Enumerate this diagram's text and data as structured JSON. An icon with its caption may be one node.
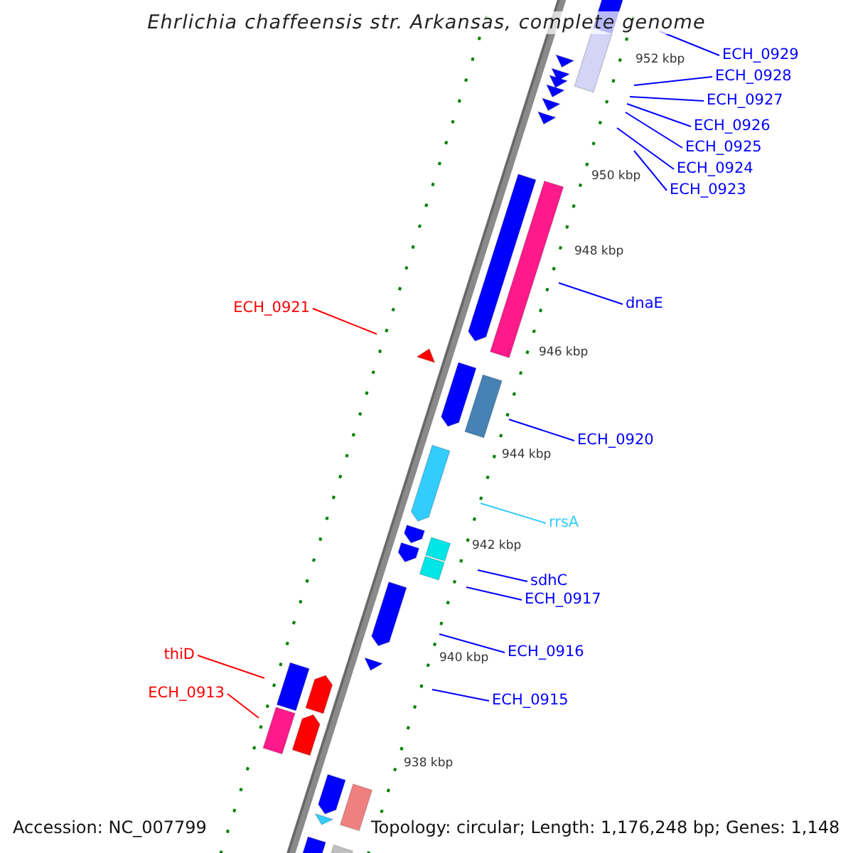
{
  "diagram": {
    "title": "Ehrlichia chaffeensis str. Arkansas, complete genome",
    "nodes": [
      {
        "text": [
          "ECH_0929"
        ]
      },
      {
        "text": [
          "ECH_0928"
        ]
      },
      {
        "text": [
          "ECH_0927"
        ]
      },
      {
        "text": [
          "ECH_0926"
        ]
      },
      {
        "text": [
          "ECH_0925"
        ]
      },
      {
        "text": [
          "ECH_0924"
        ]
      },
      {
        "text": [
          "ECH_0923"
        ]
      },
      {
        "text": [
          "dnaE"
        ]
      },
      {
        "text": [
          "ECH_0921"
        ]
      },
      {
        "text": [
          "ECH_0920"
        ]
      },
      {
        "text": [
          "rrsA"
        ]
      },
      {
        "text": [
          "sdhC"
        ]
      },
      {
        "text": [
          "ECH_0917"
        ]
      },
      {
        "text": [
          "ECH_0916"
        ]
      },
      {
        "text": [
          "thiD"
        ]
      },
      {
        "text": [
          "ECH_0913"
        ]
      },
      {
        "text": [
          "ECH_0915"
        ]
      }
    ],
    "edges": [
      {
        "from": 0,
        "to": null,
        "arrow": "none"
      },
      {
        "from": 1,
        "to": null,
        "arrow": "none"
      },
      {
        "from": 2,
        "to": null,
        "arrow": "none"
      },
      {
        "from": 3,
        "to": null,
        "arrow": "none"
      },
      {
        "from": 4,
        "to": null,
        "arrow": "none"
      },
      {
        "from": 5,
        "to": null,
        "arrow": "none"
      },
      {
        "from": 6,
        "to": null,
        "arrow": "none"
      },
      {
        "from": 7,
        "to": null,
        "arrow": "none"
      },
      {
        "from": 8,
        "to": null,
        "arrow": "none",
        "color": "#ff0000"
      },
      {
        "from": 9,
        "to": null,
        "arrow": "none"
      },
      {
        "from": 10,
        "to": null,
        "arrow": "none",
        "color": "#33ccff"
      },
      {
        "from": 11,
        "to": null,
        "arrow": "none"
      },
      {
        "from": 12,
        "to": null,
        "arrow": "none"
      },
      {
        "from": 13,
        "to": null,
        "arrow": "none"
      },
      {
        "from": 14,
        "to": null,
        "arrow": "none",
        "color": "#ff0000"
      },
      {
        "from": 15,
        "to": null,
        "arrow": "none",
        "color": "#ff0000"
      },
      {
        "from": 16,
        "to": null,
        "arrow": "none"
      }
    ],
    "labels": [
      "952 kbp",
      "950 kbp",
      "948 kbp",
      "946 kbp",
      "944 kbp",
      "942 kbp",
      "940 kbp",
      "938 kbp",
      "Accession: NC_007799",
      "Topology: circular; Length: 1,176,248 bp; Genes: 1,148"
    ]
  }
}
